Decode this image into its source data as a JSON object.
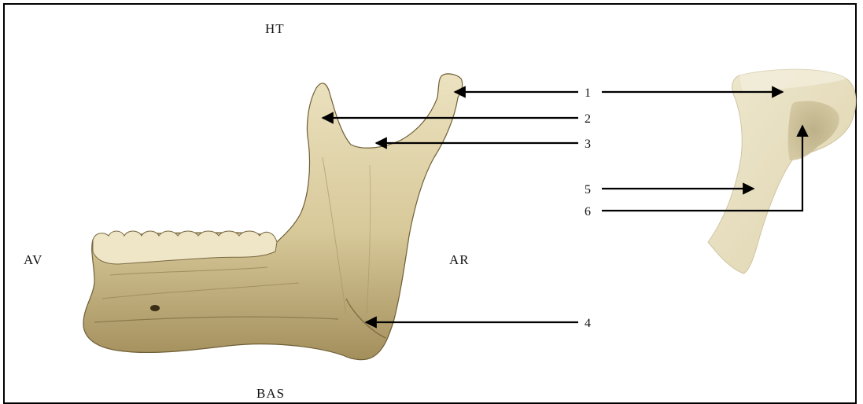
{
  "orientation": {
    "top": "HT",
    "bottom": "BAS",
    "front": "AV",
    "back": "AR"
  },
  "callouts": [
    "1",
    "2",
    "3",
    "4",
    "5",
    "6"
  ]
}
